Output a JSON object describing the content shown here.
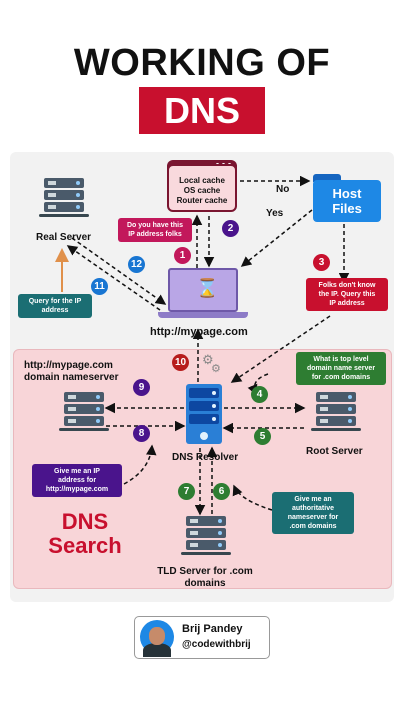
{
  "header": {
    "title_line1": "WORKING OF",
    "title_line2": "DNS"
  },
  "nodes": {
    "cache_box": [
      "Local cache",
      "OS cache",
      "Router cache"
    ],
    "host_files": [
      "Host",
      "Files"
    ],
    "real_server": "Real Server",
    "client": "http://mypage.com",
    "domain_ns": [
      "http://mypage.com",
      "domain nameserver"
    ],
    "dns_resolver": "DNS Resolver",
    "root_server": "Root Server",
    "tld_server": [
      "TLD Server for .com",
      "domains"
    ],
    "dns_search": [
      "DNS",
      "Search"
    ]
  },
  "edge_labels": {
    "no": "No",
    "yes": "Yes"
  },
  "notes": {
    "q1": [
      "Do you have this",
      "IP address folks"
    ],
    "q3": [
      "Folks don't know",
      "the IP. Query this",
      "IP address"
    ],
    "q11": [
      "Query for the IP",
      "address"
    ],
    "q4": [
      "What is top level",
      "domain name server",
      "for .com domains"
    ],
    "q6": [
      "Give me an",
      "authoritative",
      "nameserver for",
      ".com domains"
    ],
    "q8": [
      "Give me an IP",
      "address for",
      "http://mypage.com"
    ]
  },
  "steps": [
    "1",
    "2",
    "3",
    "4",
    "5",
    "6",
    "7",
    "8",
    "9",
    "10",
    "11",
    "12"
  ],
  "author": {
    "name": "Brij Pandey",
    "handle": "@codewithbrij"
  },
  "colors": {
    "accent": "#c8102e",
    "resolver": "#2a7fd6",
    "host_files": "#1e88e5",
    "dns_area": "#f8d5d8"
  }
}
